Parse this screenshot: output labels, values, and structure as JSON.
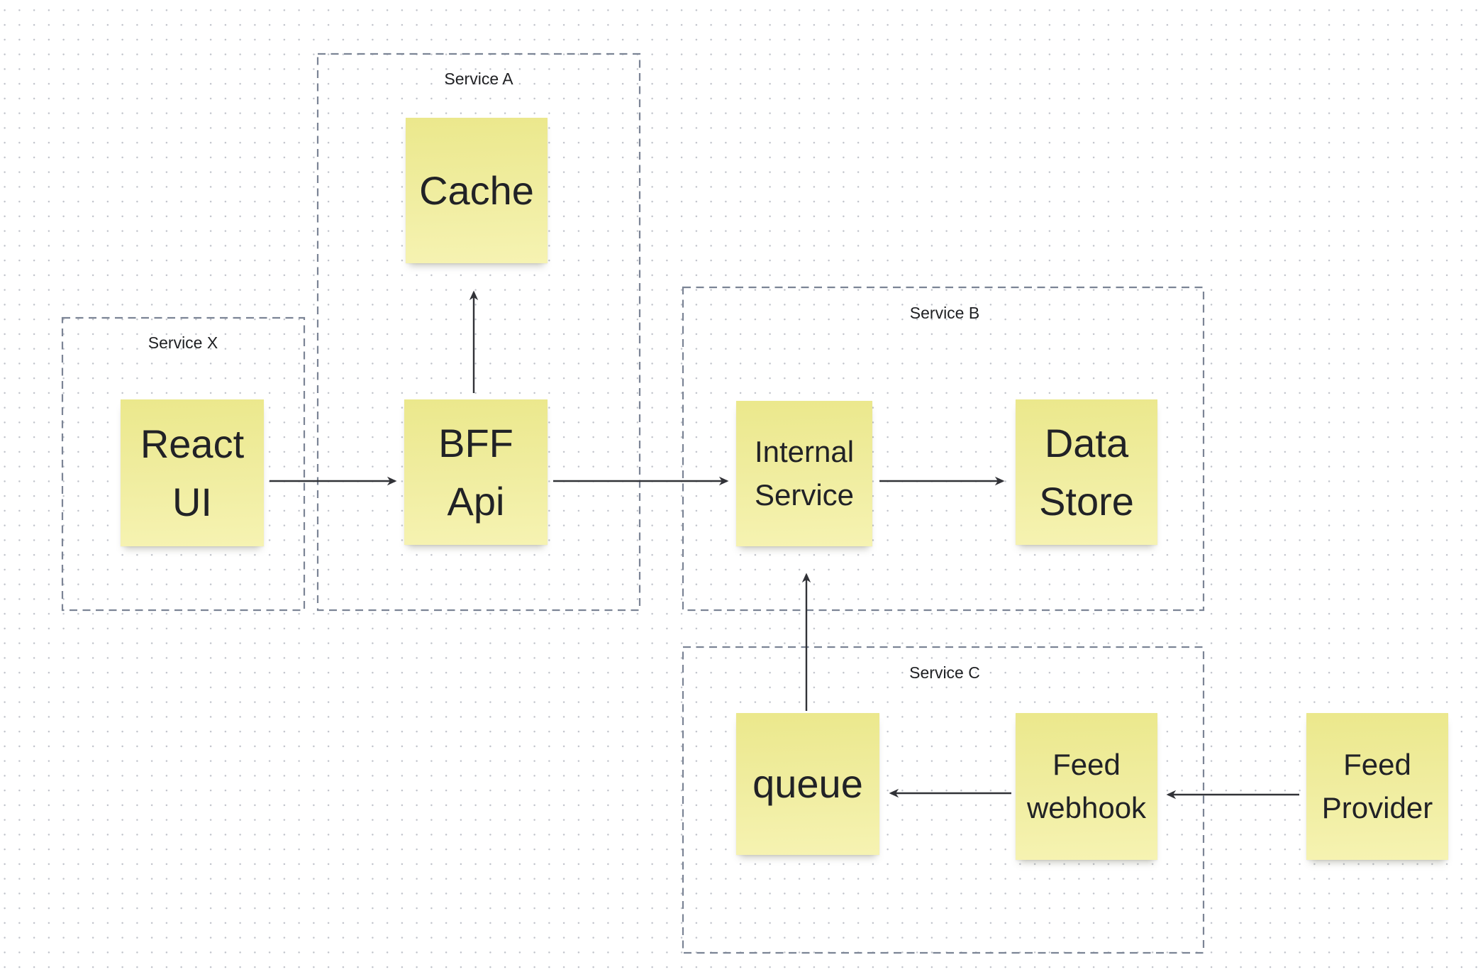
{
  "groups": [
    {
      "id": "service-x",
      "label": "Service X"
    },
    {
      "id": "service-a",
      "label": "Service A"
    },
    {
      "id": "service-b",
      "label": "Service B"
    },
    {
      "id": "service-c",
      "label": "Service C"
    }
  ],
  "notes": [
    {
      "id": "cache",
      "label": "Cache",
      "group": "service-a"
    },
    {
      "id": "react-ui",
      "label": "React\nUI",
      "group": "service-x"
    },
    {
      "id": "bff-api",
      "label": "BFF\nApi",
      "group": "service-a"
    },
    {
      "id": "internal-service",
      "label": "Internal\nService",
      "group": "service-b"
    },
    {
      "id": "data-store",
      "label": "Data\nStore",
      "group": "service-b"
    },
    {
      "id": "queue",
      "label": "queue",
      "group": "service-c"
    },
    {
      "id": "feed-webhook",
      "label": "Feed\nwebhook",
      "group": "service-c"
    },
    {
      "id": "feed-provider",
      "label": "Feed\nProvider",
      "group": null
    }
  ],
  "edges": [
    {
      "from": "react-ui",
      "to": "bff-api"
    },
    {
      "from": "bff-api",
      "to": "cache"
    },
    {
      "from": "bff-api",
      "to": "internal-service"
    },
    {
      "from": "internal-service",
      "to": "data-store"
    },
    {
      "from": "queue",
      "to": "internal-service"
    },
    {
      "from": "feed-webhook",
      "to": "queue"
    },
    {
      "from": "feed-provider",
      "to": "feed-webhook"
    }
  ],
  "colors": {
    "background": "#ffffff",
    "grid_dot": "#bdc0c8",
    "note_fill_top": "#ebe88c",
    "note_fill_bottom": "#f6f3b2",
    "note_text": "#212226",
    "frame_dash": "#7b8495",
    "arrow": "#313237",
    "label_text": "#1e1f22"
  }
}
